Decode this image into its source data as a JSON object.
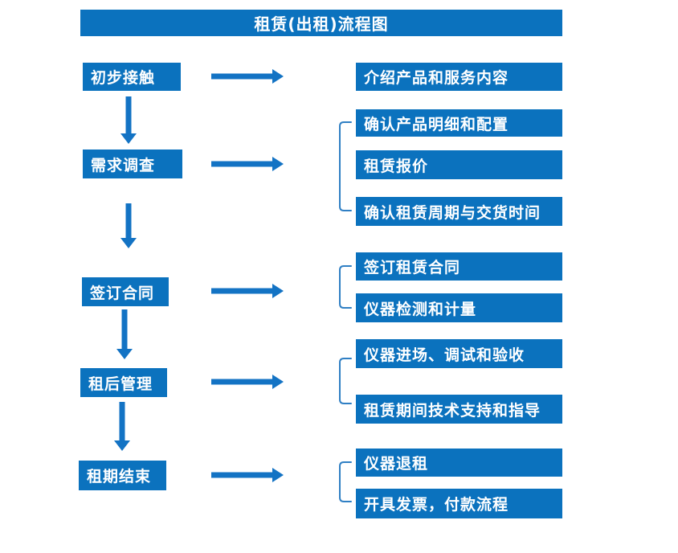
{
  "title": "租赁(出租)流程图",
  "colors": {
    "primary_blue": "#0b72be",
    "arrow_blue": "#1373c4",
    "bracket_blue": "#2f7fc4",
    "background": "#ffffff",
    "box_text": "#ffffff"
  },
  "flow": {
    "steps": [
      {
        "label": "初步接触",
        "details": [
          "介绍产品和服务内容"
        ]
      },
      {
        "label": "需求调查",
        "details": [
          "确认产品明细和配置",
          "租赁报价",
          "确认租赁周期与交货时间"
        ]
      },
      {
        "label": "签订合同",
        "details": [
          "签订租赁合同",
          "仪器检测和计量"
        ]
      },
      {
        "label": "租后管理",
        "details": [
          "仪器进场、调试和验收",
          "租赁期间技术支持和指导"
        ]
      },
      {
        "label": "租期结束",
        "details": [
          "仪器退租",
          "开具发票，付款流程"
        ]
      }
    ]
  }
}
